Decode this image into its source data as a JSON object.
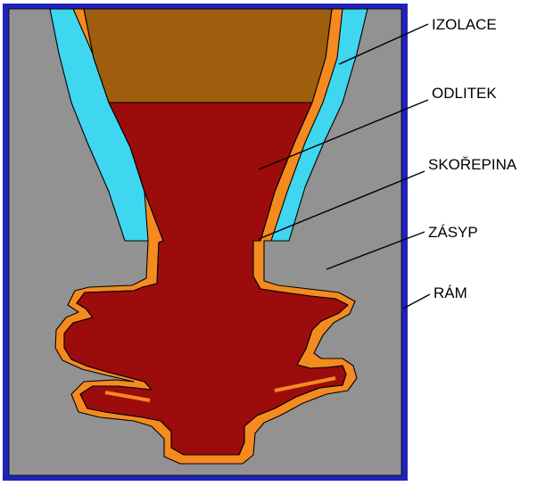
{
  "labels": {
    "izolace": "IZOLACE",
    "odlitek": "ODLITEK",
    "skorepina": "SKOŘEPINA",
    "zasyp": "ZÁSYP",
    "ram": "RÁM"
  },
  "colors": {
    "frame": "#1f22b8",
    "backfill": "#929292",
    "insulation": "#3fd6f0",
    "shell": "#f58a1f",
    "casting": "#9c0c0c",
    "riser": "#9e5e0e",
    "background": "#ffffff"
  }
}
